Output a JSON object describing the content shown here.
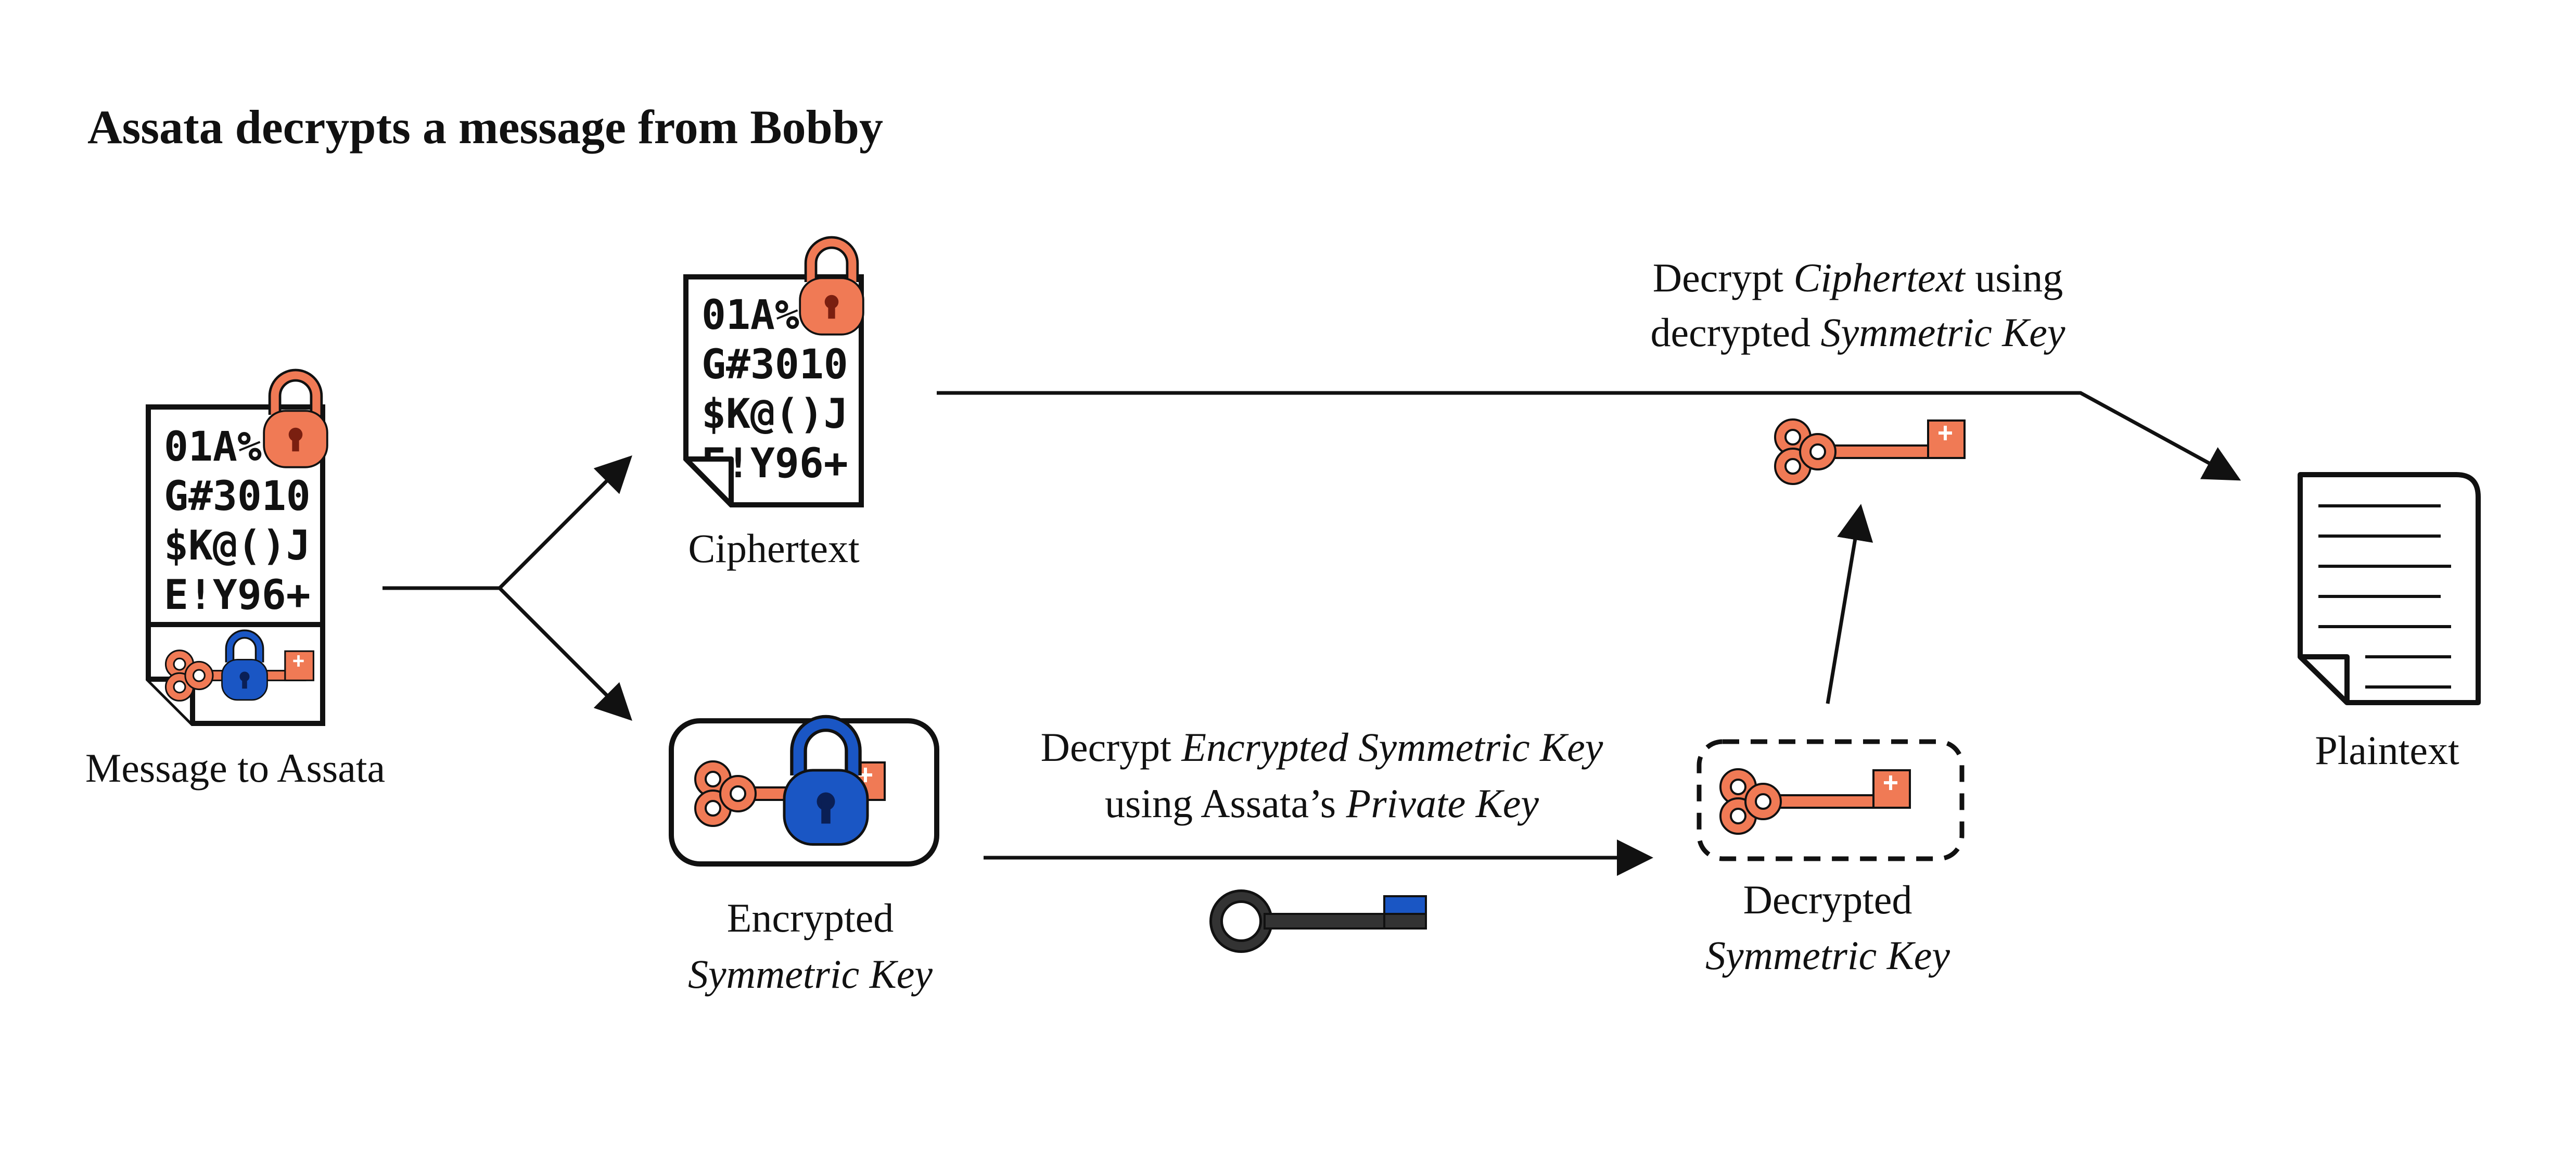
{
  "title": "Assata decrypts a message from Bobby",
  "cipher_lines": [
    "01A%",
    "G#3010",
    "$K@()J",
    "E!Y96+"
  ],
  "nodes": {
    "message": {
      "label": "Message to Assata"
    },
    "ciphertext": {
      "label": "Ciphertext"
    },
    "encrypted_key": {
      "line1": "Encrypted",
      "line2": "Symmetric Key"
    },
    "decrypted_key": {
      "line1": "Decrypted",
      "line2": "Symmetric Key"
    },
    "plaintext": {
      "label": "Plaintext"
    }
  },
  "steps": {
    "decrypt_key": {
      "line1_prefix": "Decrypt ",
      "line1_italic": "Encrypted Symmetric Key",
      "line2_prefix": "using Assata’s ",
      "line2_italic": "Private Key"
    },
    "decrypt_ciphertext": {
      "line1_prefix": "Decrypt ",
      "line1_italic": "Ciphertext",
      "line1_suffix": " using",
      "line2_prefix": "decrypted ",
      "line2_italic": "Symmetric Key"
    }
  },
  "colors": {
    "symmetric_key": "#f07a55",
    "lock_orange": "#f07a55",
    "lock_blue": "#1a56c4",
    "private_key": "#333333",
    "private_key_bit": "#1a56c4",
    "ink": "#111111"
  }
}
